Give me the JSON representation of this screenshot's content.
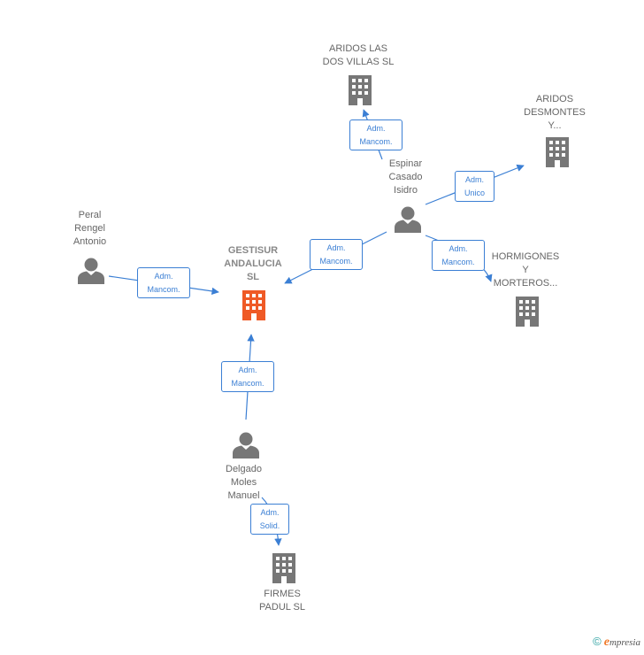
{
  "colors": {
    "edge": "#3b7fd4",
    "company": "#777777",
    "company_main": "#ef5a26",
    "person": "#777777"
  },
  "nodes": {
    "gestisur": {
      "label": "GESTISUR\nANDALUCIA\nSL",
      "icon": "building-icon",
      "main": true
    },
    "aridos_dos_villas": {
      "label": "ARIDOS LAS\nDOS VILLAS SL",
      "icon": "building-icon"
    },
    "aridos_desmontes": {
      "label": "ARIDOS\nDESMONTES\nY...",
      "icon": "building-icon"
    },
    "hormigones": {
      "label": "HORMIGONES\nY\nMORTEROS...",
      "icon": "building-icon"
    },
    "firmes_padul": {
      "label": "FIRMES\nPADUL SL",
      "icon": "building-icon"
    },
    "espinar": {
      "label": "Espinar\nCasado\nIsidro",
      "icon": "person-icon"
    },
    "peral": {
      "label": "Peral\nRengel\nAntonio",
      "icon": "person-icon"
    },
    "delgado": {
      "label": "Delgado\nMoles\nManuel",
      "icon": "person-icon"
    }
  },
  "edges": {
    "peral_gestisur": "Adm.\nMancom.",
    "espinar_gestisur": "Adm.\nMancom.",
    "espinar_dos_villas": "Adm.\nMancom.",
    "espinar_desmontes": "Adm.\nUnico",
    "espinar_hormigones": "Adm.\nMancom.",
    "delgado_gestisur": "Adm.\nMancom.",
    "delgado_firmes": "Adm.\nSolid."
  },
  "brand": {
    "copyright": "©",
    "e": "e",
    "rest": "mpresia"
  }
}
